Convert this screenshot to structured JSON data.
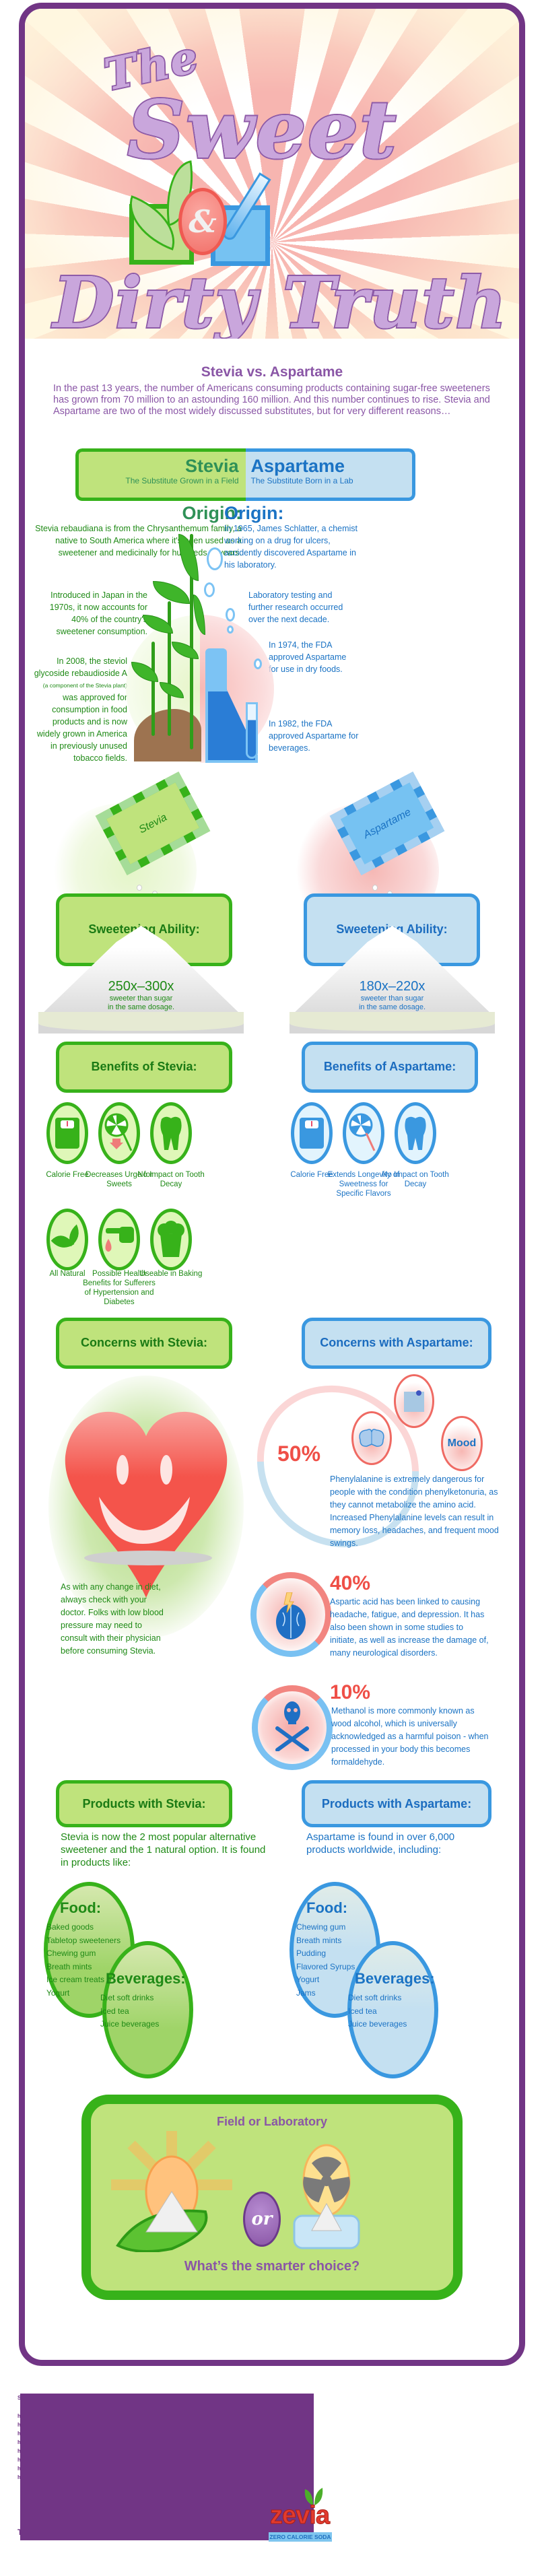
{
  "hero": {
    "title_line1": "The",
    "title_line2": "Sweet",
    "ampersand": "&",
    "title_line3": "Dirty Truth"
  },
  "intro": {
    "title": "Stevia vs. Aspartame",
    "text": "In the past 13 years, the number of Americans consuming products containing sugar-free sweeteners has grown from 70 million to an astounding 160 million. And this number continues to rise. Stevia and Aspartame are two of the most widely discussed substitutes, but for very different reasons…"
  },
  "versus": {
    "stevia": {
      "name": "Stevia",
      "subtitle": "The Substitute Grown in a Field"
    },
    "aspartame": {
      "name": "Aspartame",
      "subtitle": "The Substitute Born in a Lab"
    }
  },
  "origin": {
    "stevia": {
      "heading": "Origin:",
      "p1": "Stevia rebaudiana is from the Chrysanthemum family, a native to South America where it's been used as a sweetener and medicinally for hundreds of years.",
      "p2": "Introduced in Japan in the 1970s, it now accounts for 40% of the country's sweetener consumption.",
      "p3_a": "In 2008, the steviol glycoside rebaudioside A",
      "p3_small": "(a component of the Stevia plant)",
      "p3_b": "was approved for consumption in food products and is now widely grown in America in previously unused tobacco fields."
    },
    "aspartame": {
      "heading": "Origin:",
      "p1": "In 1965, James Schlatter, a chemist working on a drug for ulcers, accidently discovered Aspartame in his laboratory.",
      "p2": "Laboratory testing and further research occurred over the next decade.",
      "p3": "In 1974, the FDA approved Aspartame for use in dry foods.",
      "p4": "In 1982, the FDA approved Aspartame for beverages."
    }
  },
  "sweetening": {
    "stevia": {
      "packet_label": "Stevia",
      "heading": "Sweetening Ability:",
      "value": "250x–300x",
      "line1": "sweeter than sugar",
      "line2": "in the same dosage."
    },
    "aspartame": {
      "packet_label": "Aspartame",
      "heading": "Sweetening Ability:",
      "value": "180x–220x",
      "line1": "sweeter than sugar",
      "line2": "in the same dosage."
    }
  },
  "benefits": {
    "stevia": {
      "heading": "Benefits of Stevia:",
      "items": [
        {
          "icon": "scale-icon",
          "label": "Calorie Free"
        },
        {
          "icon": "lollipop-down-arrow-icon",
          "label": "Decreases Urge for Sweets"
        },
        {
          "icon": "tooth-icon",
          "label": "No Impact on Tooth Decay"
        },
        {
          "icon": "leaf-icon",
          "label": "All Natural"
        },
        {
          "icon": "finger-blood-drop-icon",
          "label": "Possible Health Benefits for Sufferers of Hypertension and Diabetes"
        },
        {
          "icon": "muffin-icon",
          "label": "Useable in Baking"
        }
      ]
    },
    "aspartame": {
      "heading": "Benefits of Aspartame:",
      "items": [
        {
          "icon": "scale-icon",
          "label": "Calorie Free"
        },
        {
          "icon": "lollipop-icon",
          "label": "Extends Longevity of Sweetness for Specific Flavors"
        },
        {
          "icon": "tooth-icon",
          "label": "No Impact on Tooth Decay"
        }
      ]
    }
  },
  "concerns": {
    "stevia": {
      "heading": "Concerns with Stevia:",
      "text": "As with any change in diet, always check with your doctor. Folks with low blood pressure may need to consult with their physician before consuming Stevia."
    },
    "aspartame": {
      "heading": "Concerns with Aspartame:",
      "items": [
        {
          "percent": "50%",
          "icons": [
            "brain-icon",
            "sticky-note-icon",
            "mood-icon"
          ],
          "mood_label": "Mood",
          "text": "Phenylalanine is extremely dangerous for people with the condition phenylketonuria, as they cannot metabolize the amino acid. Increased Phenylalanine levels can result in memory loss, headaches, and frequent mood swings."
        },
        {
          "percent": "40%",
          "icons": [
            "brain-lightning-icon"
          ],
          "text": "Aspartic acid has been linked to causing headache, fatigue, and depression. It has also been shown in some studies to initiate, as well as increase the damage of, many neurological disorders."
        },
        {
          "percent": "10%",
          "icons": [
            "skull-crossbones-icon"
          ],
          "text": "Methanol is more commonly known as wood alcohol, which is universally acknowledged as a harmful poison - when processed in your body this becomes formaldehyde."
        }
      ]
    }
  },
  "products": {
    "stevia": {
      "heading": "Products with Stevia:",
      "text": "Stevia is now the  2 most popular alternative sweetener and the  1 natural option. It is found in products like:",
      "food_title": "Food:",
      "food": [
        "Baked goods",
        "Tabletop sweeteners",
        "Chewing gum",
        "Breath mints",
        "Ice cream treats",
        "Yogurt"
      ],
      "beverages_title": "Beverages:",
      "beverages": [
        "Diet soft drinks",
        "Iced tea",
        "Juice beverages"
      ]
    },
    "aspartame": {
      "heading": "Products with Aspartame:",
      "text": "Aspartame is found in over 6,000 products worldwide, including:",
      "food_title": "Food:",
      "food": [
        "Chewing gum",
        "Breath mints",
        "Pudding",
        "Flavored Syrups",
        "Yogurt",
        "Jams"
      ],
      "beverages_title": "Beverages:",
      "beverages": [
        "Diet soft drinks",
        "Iced tea",
        "Juice beverages"
      ]
    }
  },
  "final": {
    "title": "Field or Laboratory",
    "or_label": "or",
    "question": "What’s the smarter choice?"
  },
  "footer": {
    "sources_initials": [
      "S",
      "h",
      "h",
      "h",
      "h",
      "h",
      "h",
      "h",
      "h",
      "T"
    ],
    "brand": "zevia",
    "brand_tagline": "ZERO CALORIE SODA"
  },
  "colors": {
    "frame_purple": "#713585",
    "title_purple": "#8a56a6",
    "stevia_green": "#37b21a",
    "stevia_light": "#bfe37c",
    "aspartame_blue": "#3a98e0",
    "aspartame_light": "#c4e0f1",
    "alert_red": "#ef4f47"
  }
}
